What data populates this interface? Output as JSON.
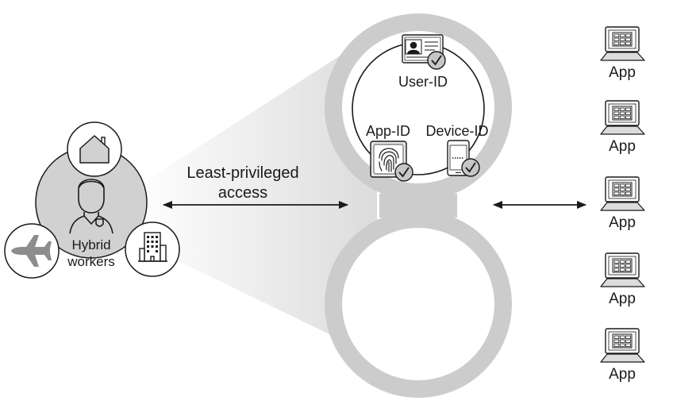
{
  "workers": {
    "label_line1": "Hybrid",
    "label_line2": "workers"
  },
  "access": {
    "label_line1": "Least-privileged",
    "label_line2": "access"
  },
  "identity": {
    "user": "User-ID",
    "app": "App-ID",
    "device": "Device-ID"
  },
  "apps": [
    "App",
    "App",
    "App",
    "App",
    "App"
  ],
  "colors": {
    "ring": "#cccccc",
    "hub_fill": "#d1d1d1",
    "line": "#1a1a1a",
    "cone": "#e6e6e6"
  },
  "icons": [
    "house-icon",
    "person-icon",
    "airplane-icon",
    "building-icon",
    "id-card-icon",
    "fingerprint-icon",
    "smartphone-icon",
    "checkmark-icon",
    "app-laptop-icon",
    "double-arrow-icon"
  ]
}
